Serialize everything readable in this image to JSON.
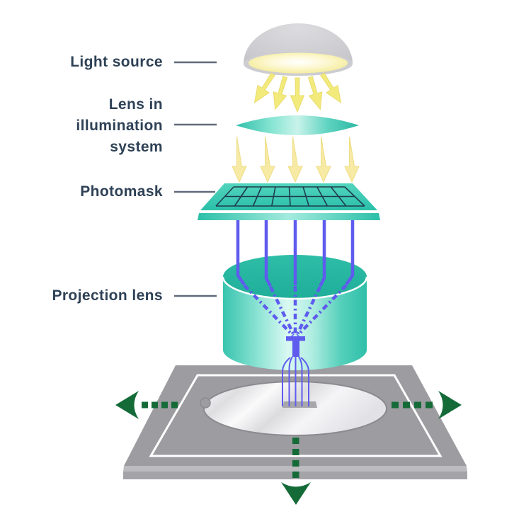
{
  "labels": {
    "light_source": "Light source",
    "illumination_lens": "Lens in illumination system",
    "illumination_lens_lines": [
      "Lens in",
      "illumination",
      "system"
    ],
    "photomask": "Photomask",
    "projection_lens": "Projection lens"
  },
  "colors": {
    "label_text": "#2e4156",
    "leader_line": "#5f6b7a",
    "teal": "#2fc3ad",
    "teal_dark": "#23b29c",
    "beam_purple": "#5f5bee",
    "light_yellow": "#f3ea7c",
    "pale_yellow": "#f7eaa4",
    "arrow_green": "#156b38",
    "grid_line": "#1e3c4e",
    "stage_gray": "#9c9ca1",
    "stage_side_gray": "#b6b6ba",
    "dome_gray": "#c8c8cd",
    "wafer_silver": "#e9e9ec"
  }
}
